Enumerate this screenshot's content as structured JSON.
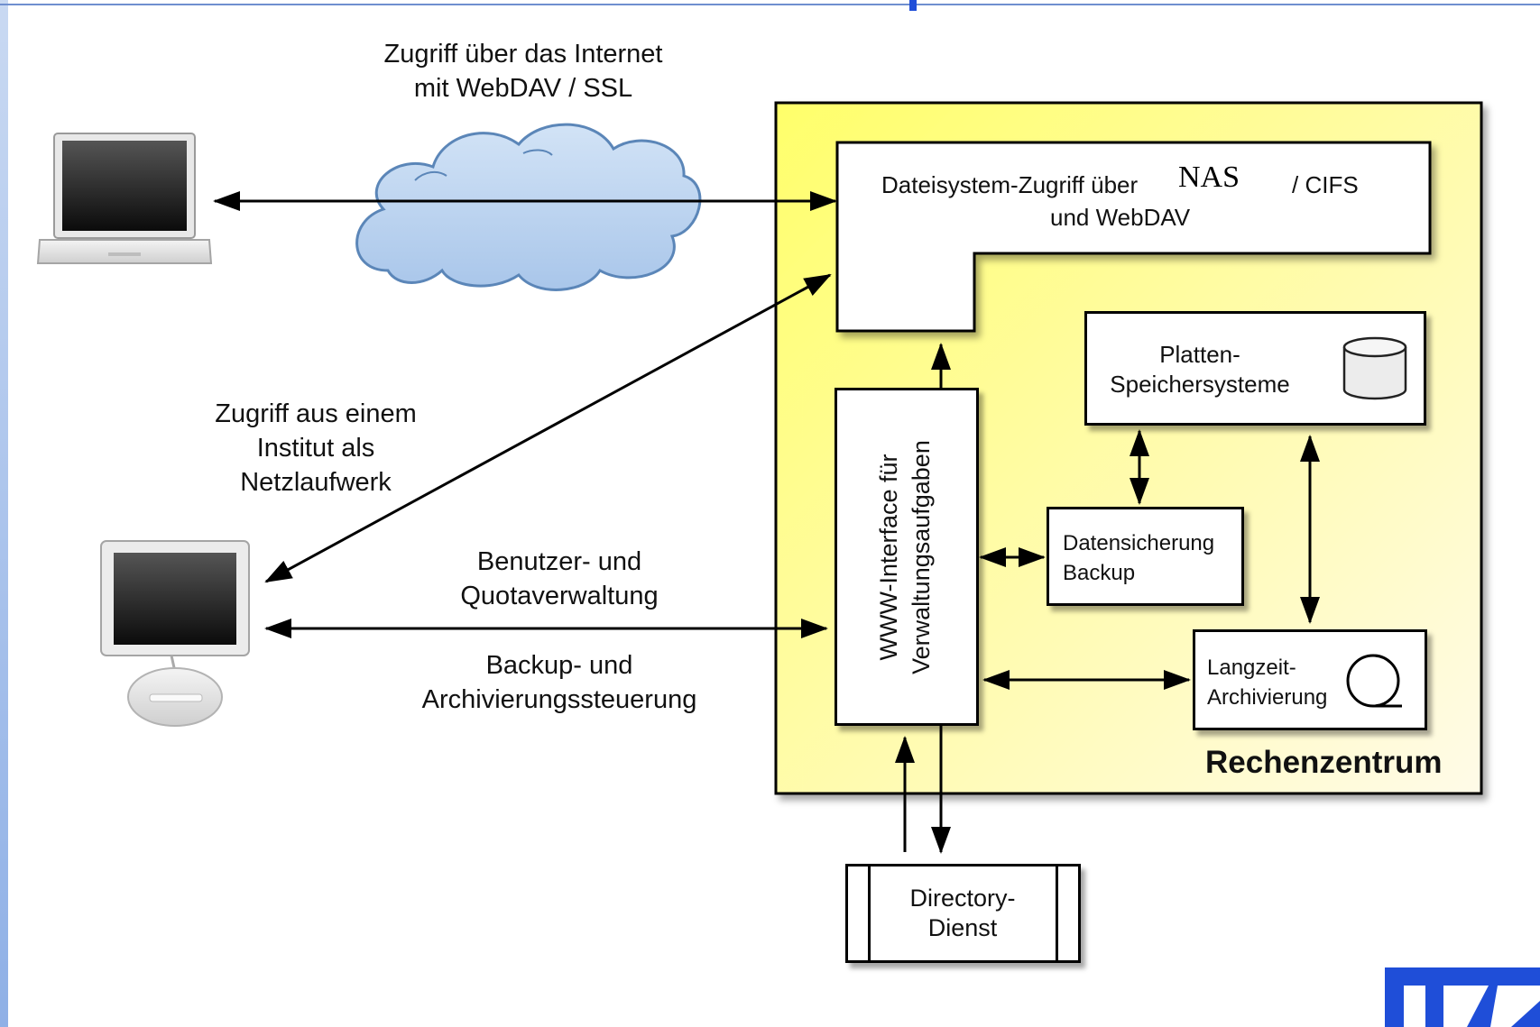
{
  "diagram": {
    "internet_label": "Zugriff über das Internet\nmit WebDAV / SSL",
    "institute_label": "Zugriff aus einem\nInstitut als\nNetzlaufwerk",
    "user_quota_label": "Benutzer- und\nQuotaverwaltung",
    "backup_archive_label": "Backup- und\nArchivierungssteuerung",
    "filesystem_box": {
      "line1_left": "Dateisystem-Zugriff über",
      "overlay": "NAS",
      "line1_right": "/ CIFS",
      "line2": "und WebDAV"
    },
    "www_interface": "WWW-Interface für\nVerwaltungsaufgaben",
    "disk_storage": "Platten-\nSpeichersysteme",
    "backup_box": "Datensicherung\nBackup",
    "archive_box": "Langzeit-\nArchivierung",
    "datacenter_title": "Rechenzentrum",
    "directory_service": "Directory-\nDienst"
  },
  "colors": {
    "datacenter_fill_top": "#ffff70",
    "datacenter_fill_bottom": "#fffbe0",
    "cloud_fill": "#b8d2ee",
    "cloud_stroke": "#5b86b8",
    "logo": "#1f4ed8"
  },
  "icons": {
    "laptop": "laptop-icon",
    "desktop": "desktop-computer-icon",
    "cloud": "cloud-icon",
    "disk": "disk-cylinder-icon",
    "tape": "tape-reel-icon",
    "logo": "logo-icon"
  }
}
